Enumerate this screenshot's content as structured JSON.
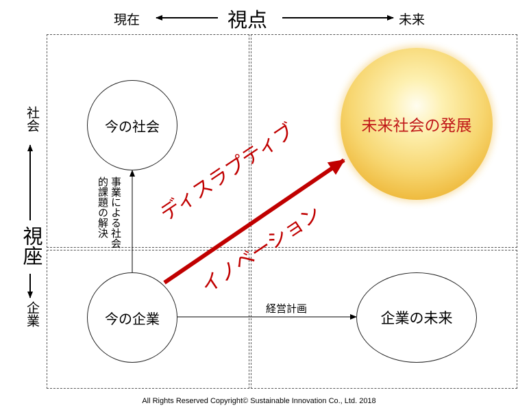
{
  "top_axis": {
    "title": "視点",
    "left": "現在",
    "right": "未来"
  },
  "left_axis": {
    "title": "視座",
    "top": "社会",
    "bottom": "企業"
  },
  "nodes": {
    "current_society": "今の社会",
    "current_company": "今の企業",
    "company_future": "企業の未来",
    "future_society": "未来社会の発展"
  },
  "labels": {
    "problem_solving_col1": "事業による社会",
    "problem_solving_col2": "的課題の解決",
    "business_plan": "経営計画",
    "disruptive_line1": "ディスラプティブ",
    "disruptive_line2": "イノベーション"
  },
  "footer": {
    "copyright": "All Rights Reserved Copyright© Sustainable Innovation Co., Ltd.  2018"
  },
  "colors": {
    "accent_red": "#c00000",
    "sun_gold": "#f2c24e"
  }
}
